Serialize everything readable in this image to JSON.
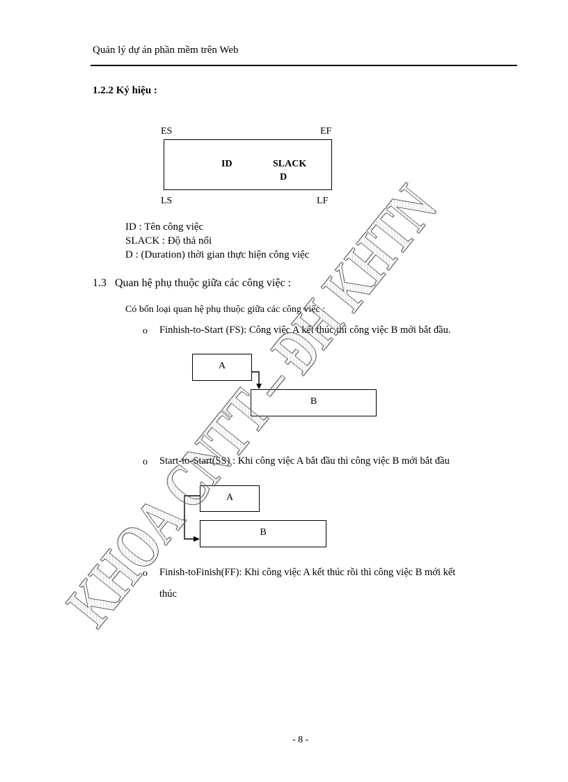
{
  "header": {
    "title": "Quản lý dự án phần mềm trên Web"
  },
  "section_122": {
    "title": "1.2.2  Ký hiệu :"
  },
  "notation_box": {
    "es": "ES",
    "ef": "EF",
    "ls": "LS",
    "lf": "LF",
    "id": "ID",
    "slack": "SLACK",
    "d": "D"
  },
  "definitions": [
    "ID : Tên công việc",
    "SLACK : Độ thả nổi",
    "D : (Duration) thời gian thực hiện công việc"
  ],
  "section_13": {
    "number": "1.3",
    "title": "Quan hệ phụ thuộc giữa các công việc :",
    "intro": "Có bốn loại quan hệ phụ thuộc giữa các công việc :"
  },
  "bullets": {
    "marker": "o",
    "fs": "Finhish-to-Start (FS):  Công việc A kết thúc thì công việc B mới bắt đầu.",
    "ss": "Start-to-Start(SS) : Khi công việc A bắt đầu thì công việc B mới bắt đầu",
    "ff_line1": "Finish-toFinish(FF): Khi công việc A kết thúc rồi thì công việc B mới kết",
    "ff_line2": "thúc"
  },
  "diagram_fs": {
    "a": "A",
    "b": "B"
  },
  "diagram_ss": {
    "a": "A",
    "b": "B"
  },
  "watermark": {
    "text": "KHOA CNTT – ĐH KHTN"
  },
  "footer": {
    "page": "- 8 -"
  }
}
